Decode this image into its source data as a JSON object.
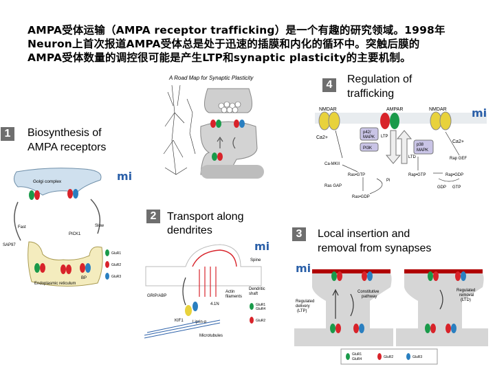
{
  "title": {
    "line1": "AMPA受体运输（AMPA receptor trafficking）是一个有趣的研究领域。1998年",
    "line2": "Neuron上首次报道AMPA受体总是处于迅速的插膜和内化的循环中。突触后膜的",
    "line3": "AMPA受体数量的调控很可能是产生LTP和synaptic plasticity的主要机制。"
  },
  "panels": [
    {
      "number": "1",
      "label1": "Biosynthesis of",
      "label2": "AMPA receptors"
    },
    {
      "number": "2",
      "label1": "Transport along",
      "label2": "dendrites"
    },
    {
      "number": "3",
      "label1": "Local insertion and",
      "label2": "removal from synapses"
    },
    {
      "number": "4",
      "label1": "Regulation of",
      "label2": "trafficking"
    }
  ],
  "roadmap": {
    "title": "A Road Map for Synaptic Plasticity"
  },
  "fig1": {
    "golgi": "Golgi complex",
    "er": "Endoplasmic reticulum",
    "fast": "Fast",
    "slow": "Slow",
    "pick": "PICK1",
    "sap": "SAP97",
    "bp": "BP",
    "legend": [
      "GluR1",
      "GluR2",
      "GluR3"
    ]
  },
  "fig2": {
    "spine": "Spine",
    "shaft1": "Dendritic",
    "shaft2": "shaft",
    "actin1": "Actin",
    "actin2": "filaments",
    "grip": "GRIP/ABP",
    "kif": "KIF1",
    "liprin": "Liprin-α",
    "nbp": "4.1N",
    "micro": "Microtubules",
    "legend": [
      "GluR1",
      "GluR4",
      "GluR2"
    ]
  },
  "fig3": {
    "reg_del1": "Regulated",
    "reg_del2": "delivery",
    "reg_del3": "(LTP)",
    "const1": "Constitutive",
    "const2": "pathway",
    "reg_rem1": "Regulated",
    "reg_rem2": "removal",
    "reg_rem3": "(LTD)",
    "legend": [
      "GluR1",
      "GluR4",
      "GluR2",
      "GluR3"
    ]
  },
  "fig4": {
    "nmdar_l": "NMDAR",
    "ampar": "AMPAR",
    "nmdar_r": "NMDAR",
    "ltp": "LTP",
    "ltd": "LTD",
    "camk": "Ca-MKII",
    "p42": "p42/",
    "mapk": "MAPK",
    "pi3k": "PI3K",
    "p38": "p38",
    "p38b": "MAPK",
    "ca_l": "Ca2+",
    "ca_r": "Ca2+",
    "rasgtp": "Ras•GTP",
    "rapgtp": "Rap•GTP",
    "rapgdp": "Rap•GDP",
    "rasgap": "Ras GAP",
    "rapgef": "Rap GEF",
    "rasgdp": "Ras•GDP",
    "pi": "Pi",
    "gdp": "GDP",
    "gtp": "GTP"
  },
  "colors": {
    "red": "#d8232a",
    "green": "#1a9a4a",
    "blue": "#2a7fc0",
    "yellow": "#e8d23c",
    "gray": "#a9a9a9"
  }
}
